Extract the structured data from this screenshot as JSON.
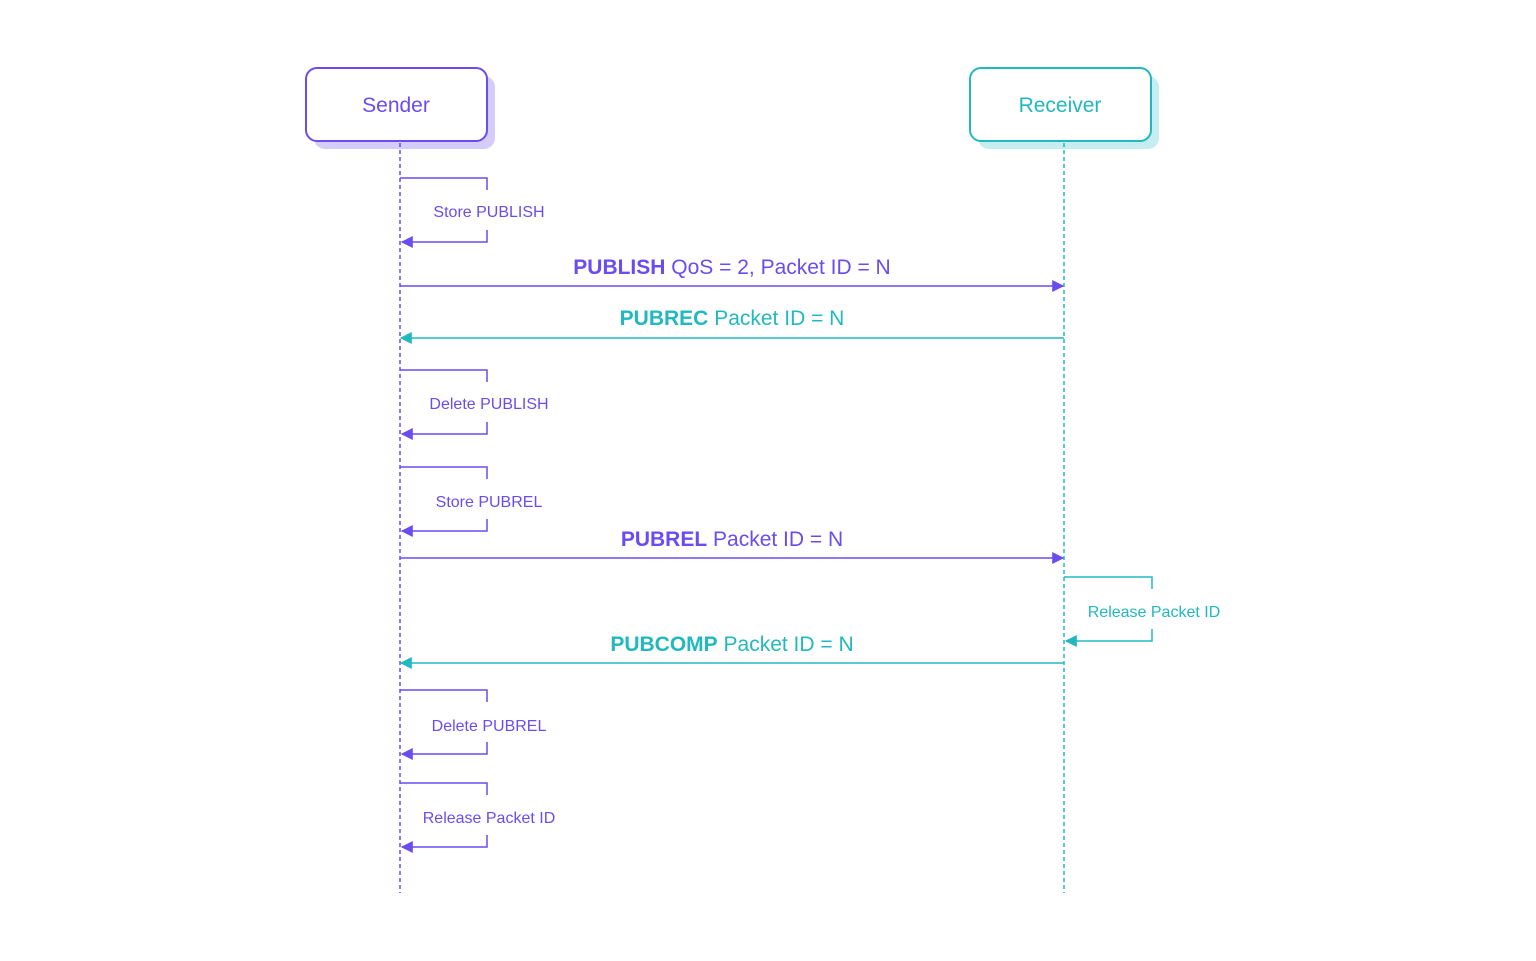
{
  "colors": {
    "sender": "#6a4cf0",
    "sender_shadow": "#d4ccfb",
    "receiver": "#22b8c0",
    "receiver_shadow": "#c6eef0"
  },
  "participants": {
    "sender": {
      "label": "Sender"
    },
    "receiver": {
      "label": "Receiver"
    }
  },
  "steps": [
    {
      "kind": "self",
      "side": "sender",
      "label": "Store PUBLISH"
    },
    {
      "kind": "message",
      "direction": "to-receiver",
      "packet": "PUBLISH",
      "detail": " QoS = 2, Packet ID = N"
    },
    {
      "kind": "message",
      "direction": "to-sender",
      "packet": "PUBREC",
      "detail": " Packet ID = N"
    },
    {
      "kind": "self",
      "side": "sender",
      "label": "Delete PUBLISH"
    },
    {
      "kind": "self",
      "side": "sender",
      "label": "Store PUBREL"
    },
    {
      "kind": "message",
      "direction": "to-receiver",
      "packet": "PUBREL",
      "detail": " Packet ID = N"
    },
    {
      "kind": "self",
      "side": "receiver",
      "label": "Release Packet ID"
    },
    {
      "kind": "message",
      "direction": "to-sender",
      "packet": "PUBCOMP",
      "detail": " Packet ID = N"
    },
    {
      "kind": "self",
      "side": "sender",
      "label": "Delete PUBREL"
    },
    {
      "kind": "self",
      "side": "sender",
      "label": "Release Packet ID"
    }
  ]
}
